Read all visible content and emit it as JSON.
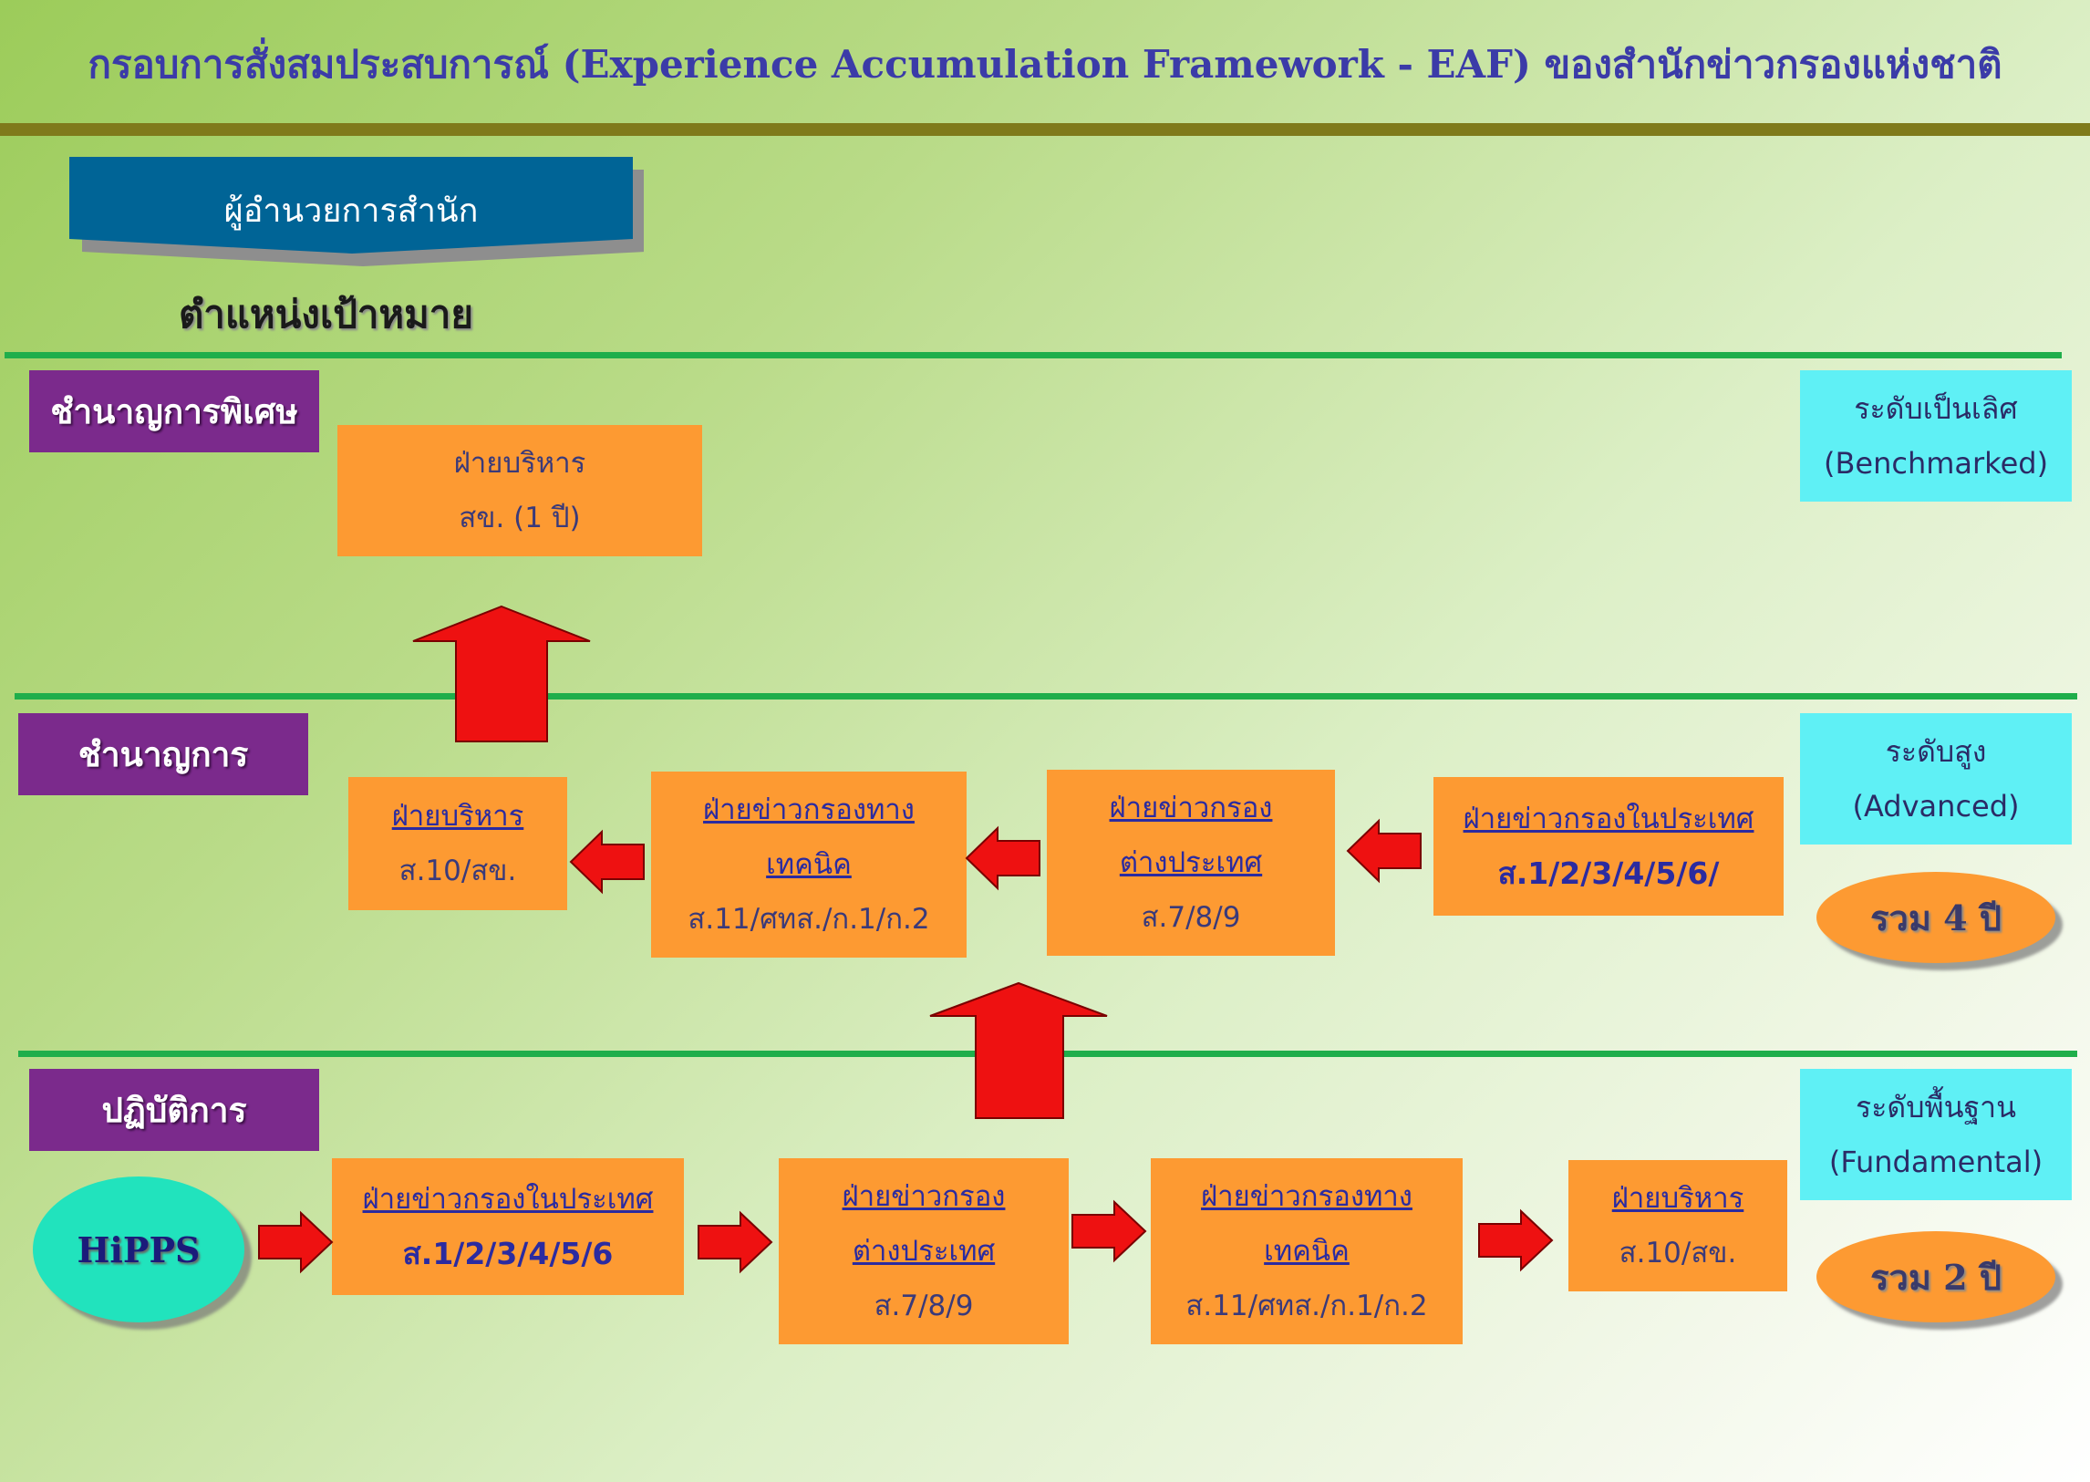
{
  "title": "กรอบการสั่งสมประสบการณ์ (Experience Accumulation Framework - EAF) ของสำนักข่าวกรองแห่งชาติ",
  "director": "ผู้อำนวยการสำนัก",
  "target_position": "ตำแหน่งเป้าหมาย",
  "levels": {
    "special": {
      "label": "ชำนาญการพิเศษ",
      "tier_line1": "ระดับเป็นเลิศ",
      "tier_line2": "(Benchmarked)",
      "box": {
        "line1": "ฝ่ายบริหาร",
        "line2": "สข. (1 ปี)"
      }
    },
    "professional": {
      "label": "ชำนาญการ",
      "tier_line1": "ระดับสูง",
      "tier_line2": "(Advanced)",
      "total": "รวม 4 ปี",
      "boxes": [
        {
          "line1": "ฝ่ายบริหาร",
          "line2": "ส.10/สข."
        },
        {
          "line1": "ฝ่ายข่าวกรองทาง",
          "line2": "เทคนิค",
          "line3": "ส.11/ศทส./ก.1/ก.2"
        },
        {
          "line1": "ฝ่ายข่าวกรอง",
          "line2": "ต่างประเทศ",
          "line3": "ส.7/8/9"
        },
        {
          "line1": "ฝ่ายข่าวกรองในประเทศ",
          "line2": "ส.1/2/3/4/5/6/"
        }
      ]
    },
    "practitioner": {
      "label": "ปฏิบัติการ",
      "tier_line1": "ระดับพื้นฐาน",
      "tier_line2": "(Fundamental)",
      "total": "รวม 2 ปี",
      "start": "HiPPS",
      "boxes": [
        {
          "line1": "ฝ่ายข่าวกรองในประเทศ",
          "line2": "ส.1/2/3/4/5/6"
        },
        {
          "line1": "ฝ่ายข่าวกรอง",
          "line2": "ต่างประเทศ",
          "line3": "ส.7/8/9"
        },
        {
          "line1": "ฝ่ายข่าวกรองทาง",
          "line2": "เทคนิค",
          "line3": "ส.11/ศทส./ก.1/ก.2"
        },
        {
          "line1": "ฝ่ายบริหาร",
          "line2": "ส.10/สข."
        }
      ]
    }
  },
  "colors": {
    "title_bar": "#7f7a1b",
    "divider": "#1fae4b",
    "level_box": "#7b2a8c",
    "tier_box": "#5ff0f5",
    "unit_box": "#fd9a32",
    "arrow": "#ee1111",
    "director_box": "#006496",
    "hipps": "#21e3bd"
  }
}
